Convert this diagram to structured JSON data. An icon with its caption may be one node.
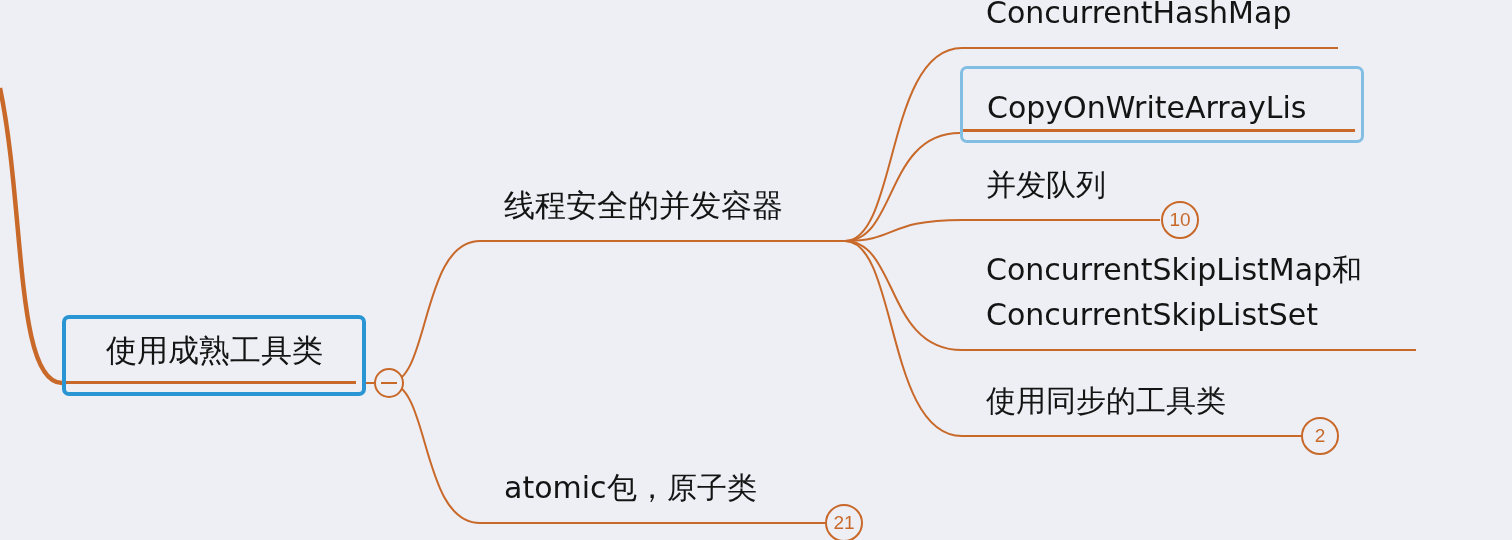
{
  "diagram": {
    "nodes": [
      {
        "text": [
          "使用成熟工具类"
        ]
      },
      {
        "text": [
          "线程安全的并发容器"
        ]
      },
      {
        "text": [
          "atomic包，原子类"
        ],
        "beside": [
          "21"
        ]
      },
      {
        "text": [
          "ConcurrentHashMap"
        ]
      },
      {
        "text": [
          "CopyOnWriteArrayLis"
        ]
      },
      {
        "text": [
          "并发队列"
        ],
        "beside": [
          "10"
        ]
      },
      {
        "text": [
          "ConcurrentSkipListMap和 ConcurrentSkipListSet"
        ]
      },
      {
        "text": [
          "使用同步的工具类"
        ],
        "beside": [
          "2"
        ]
      }
    ],
    "edges": [
      {
        "from": null,
        "to": 0,
        "arrow": "none",
        "style": "thick"
      },
      {
        "from": 0,
        "to": 1,
        "arrow": "none"
      },
      {
        "from": 0,
        "to": 2,
        "arrow": "none"
      },
      {
        "from": 1,
        "to": 3,
        "arrow": "none"
      },
      {
        "from": 1,
        "to": 4,
        "arrow": "none"
      },
      {
        "from": 1,
        "to": 5,
        "arrow": "none"
      },
      {
        "from": 1,
        "to": 6,
        "arrow": "none"
      },
      {
        "from": 1,
        "to": 7,
        "arrow": "none"
      }
    ]
  }
}
